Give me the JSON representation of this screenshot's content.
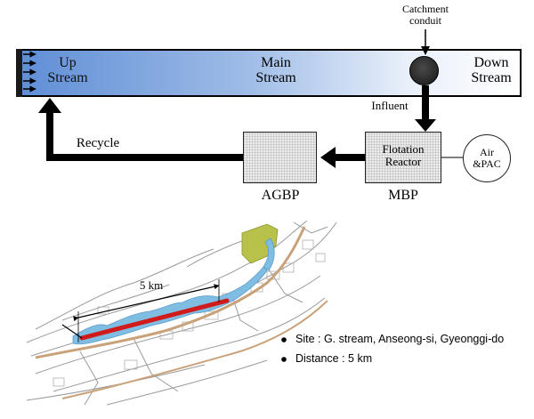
{
  "process": {
    "catchment_label": "Catchment\nconduit",
    "upstream_label": "Up\nStream",
    "mainstream_label": "Main\nStream",
    "downstream_label": "Down\nStream",
    "influent_label": "Influent",
    "recycle_label": "Recycle",
    "flotation_label": "Flotation\nReactor",
    "air_label": "Air\n&PAC",
    "agbp_label": "AGBP",
    "mbp_label": "MBP"
  },
  "map": {
    "distance_annotation": "5 km",
    "info": [
      "Site : G. stream, Anseong-si, Gyeonggi-do",
      "Distance : 5 km"
    ]
  },
  "colors": {
    "stream_dark": "#5f8ed6",
    "stream_light": "#ffffff",
    "river_blue": "#7fbde3",
    "treated_reach": "#d11a1a",
    "vegetation": "#b8c24a",
    "arrow": "#000000"
  }
}
